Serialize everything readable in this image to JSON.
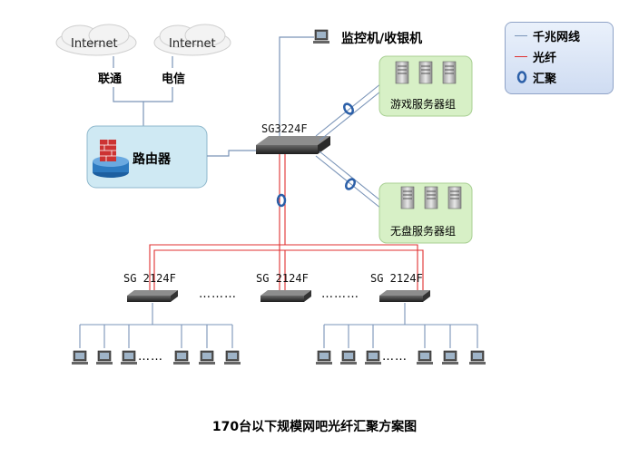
{
  "internet_clouds": [
    {
      "label": "Internet",
      "isp": "联通"
    },
    {
      "label": "Internet",
      "isp": "电信"
    }
  ],
  "router_label": "路由器",
  "core_switch_label": "SG3224F",
  "monitor_label": "监控机/收银机",
  "server_groups": [
    {
      "label": "游戏服务器组"
    },
    {
      "label": "无盘服务器组"
    }
  ],
  "access_switches": [
    "SG 2124F",
    "SG 2124F",
    "SG 2124F"
  ],
  "switch_ellipsis": "………",
  "pc_ellipsis": "……",
  "legend": {
    "gigabit": "千兆网线",
    "fiber": "光纤",
    "aggregation": "汇聚"
  },
  "colors": {
    "copper": "#7a94b8",
    "fiber": "#e03030",
    "server_box": "#d7f0c6",
    "router_box": "#cfe9f3"
  },
  "title": "170台以下规模网吧光纤汇聚方案图"
}
